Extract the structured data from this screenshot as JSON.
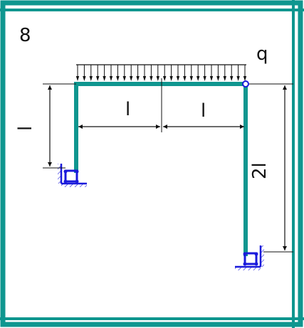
{
  "problem_number": "8",
  "load_label": "q",
  "beam_left_span_label": "l",
  "beam_right_span_label": "l",
  "left_column_height_label": "l",
  "right_column_height_label": "2l",
  "colors": {
    "border": "#0f968f",
    "frame": "#0f968f",
    "support": "#1a1adb",
    "dimension": "#111111"
  }
}
